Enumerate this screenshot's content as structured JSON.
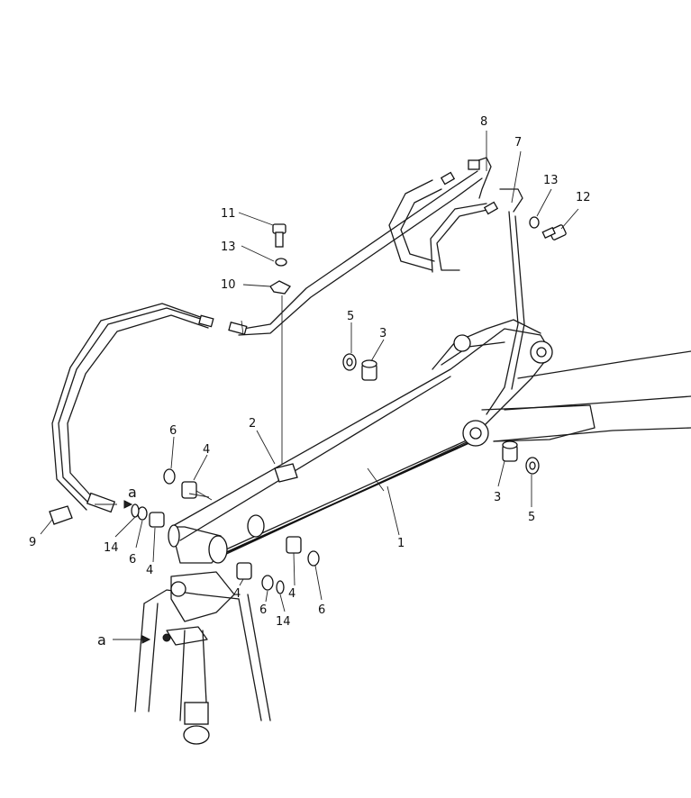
{
  "callouts": [
    {
      "id": "c1",
      "text": "1"
    },
    {
      "id": "c2",
      "text": "2"
    },
    {
      "id": "c3a",
      "text": "3"
    },
    {
      "id": "c3b",
      "text": "3"
    },
    {
      "id": "c4a",
      "text": "4"
    },
    {
      "id": "c4b",
      "text": "4"
    },
    {
      "id": "c4c",
      "text": "4"
    },
    {
      "id": "c4d",
      "text": "4"
    },
    {
      "id": "c5a",
      "text": "5"
    },
    {
      "id": "c5b",
      "text": "5"
    },
    {
      "id": "c6a",
      "text": "6"
    },
    {
      "id": "c6b",
      "text": "6"
    },
    {
      "id": "c6c",
      "text": "6"
    },
    {
      "id": "c6d",
      "text": "6"
    },
    {
      "id": "c7",
      "text": "7"
    },
    {
      "id": "c8",
      "text": "8"
    },
    {
      "id": "c9",
      "text": "9"
    },
    {
      "id": "c10",
      "text": "10"
    },
    {
      "id": "c11",
      "text": "11"
    },
    {
      "id": "c12",
      "text": "12"
    },
    {
      "id": "c13a",
      "text": "13"
    },
    {
      "id": "c13b",
      "text": "13"
    },
    {
      "id": "c14a",
      "text": "14"
    },
    {
      "id": "c14b",
      "text": "14"
    }
  ],
  "connection_marks": [
    {
      "id": "aa",
      "text": "a"
    },
    {
      "id": "ab",
      "text": "a"
    }
  ]
}
